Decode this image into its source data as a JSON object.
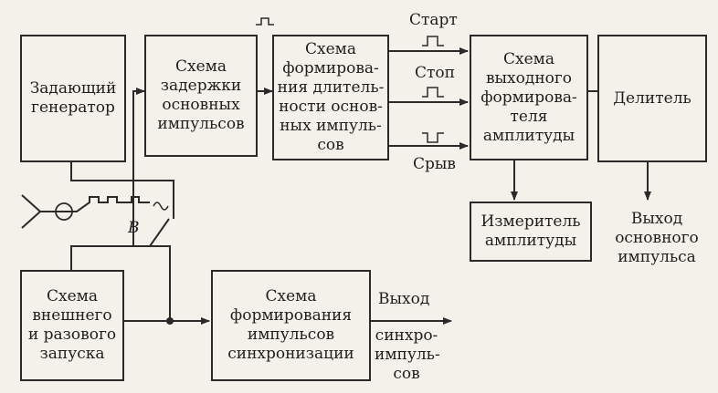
{
  "blocks": {
    "master_oscillator": "Задающий\nгенератор",
    "delay_circuit": "Схема\nзадержки\nосновных\nимпульсов",
    "duration_former": "Схема\nформирова-\nния длитель-\nности основ-\nных импуль-\nсов",
    "amplitude_former": "Схема\nвыходного\nформирова-\nтеля\nамплитуды",
    "divider": "Делитель",
    "amplitude_meter": "Измеритель\nамплитуды",
    "trigger_circuit": "Схема\nвнешнего\nи разового\nзапуска",
    "sync_former": "Схема\nформирования\nимпульсов\nсинхронизации"
  },
  "labels": {
    "start": "Старт",
    "stop": "Стоп",
    "breakdown": "Срыв",
    "switch_b": "B",
    "main_output": "Выход\nосновного\nимпульса",
    "sync_output_title": "Выход",
    "sync_output_text": "синхро-\nимпуль-\nсов"
  },
  "colors": {
    "line": "#2a2a2a",
    "background": "#f4f1ea"
  }
}
